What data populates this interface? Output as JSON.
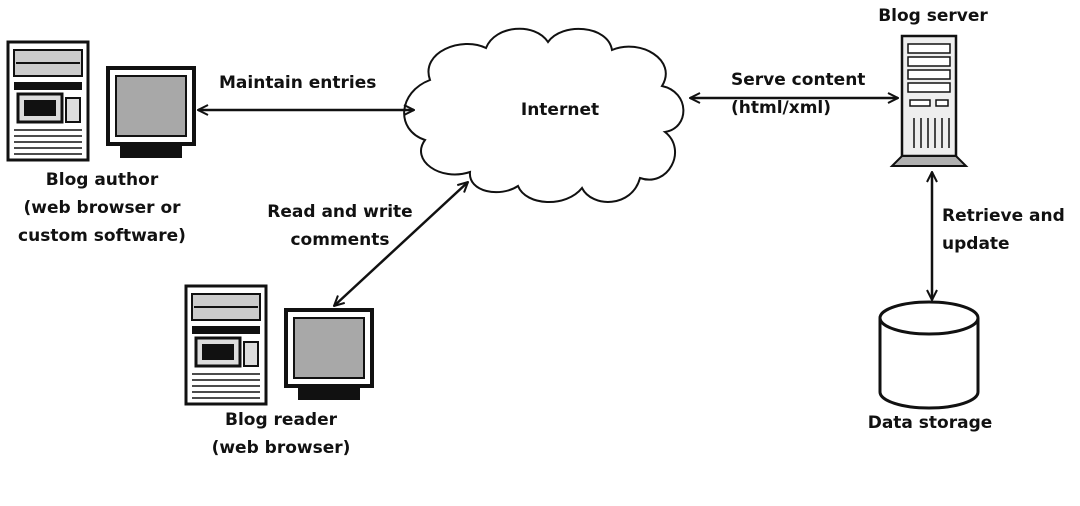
{
  "nodes": {
    "internet": {
      "label": "Internet"
    },
    "blog_server": {
      "label": "Blog server"
    },
    "blog_author": {
      "lines": [
        "Blog author",
        "(web browser or",
        "custom software)"
      ]
    },
    "blog_reader": {
      "lines": [
        "Blog reader",
        "(web browser)"
      ]
    },
    "data_storage": {
      "label": "Data storage"
    }
  },
  "edges": {
    "maintain_entries": {
      "lines": [
        "Maintain entries"
      ]
    },
    "read_write_comments": {
      "lines": [
        "Read and write",
        "comments"
      ]
    },
    "serve_content": {
      "lines": [
        "Serve content",
        "(html/xml)"
      ]
    },
    "retrieve_update": {
      "lines": [
        "Retrieve and",
        "update"
      ]
    }
  },
  "colors": {
    "stroke": "#111111",
    "screen": "#a8a8a8",
    "server_body": "#eeeeee",
    "server_base": "#b0b0b0",
    "background": "#ffffff"
  },
  "icons": [
    "desktop-computer-icon",
    "server-tower-icon",
    "database-cylinder-icon",
    "cloud-icon"
  ]
}
